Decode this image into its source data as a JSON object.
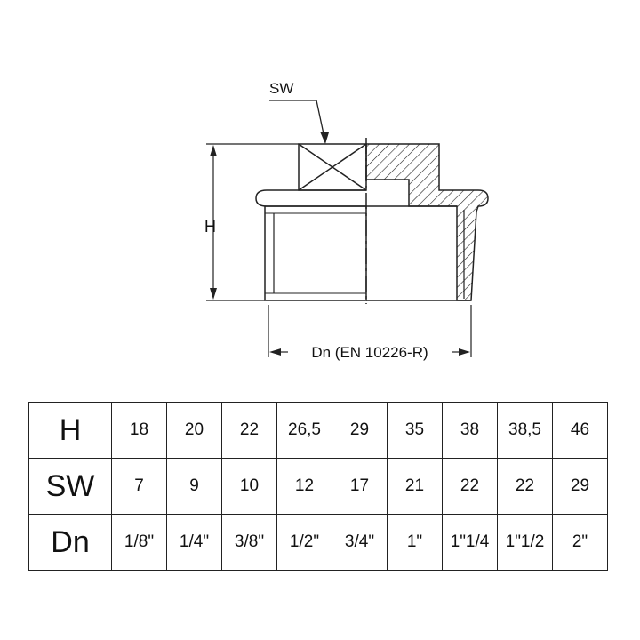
{
  "drawing": {
    "sw_label": "SW",
    "h_label": "H",
    "dn_label": "Dn (EN 10226-R)"
  },
  "table": {
    "rows": [
      {
        "label": "H",
        "values": [
          "18",
          "20",
          "22",
          "26,5",
          "29",
          "35",
          "38",
          "38,5",
          "46"
        ]
      },
      {
        "label": "SW",
        "values": [
          "7",
          "9",
          "10",
          "12",
          "17",
          "21",
          "22",
          "22",
          "29"
        ]
      },
      {
        "label": "Dn",
        "values": [
          "1/8\"",
          "1/4\"",
          "3/8\"",
          "1/2\"",
          "3/4\"",
          "1\"",
          "1\"1/4",
          "1\"1/2",
          "2\""
        ]
      }
    ]
  }
}
